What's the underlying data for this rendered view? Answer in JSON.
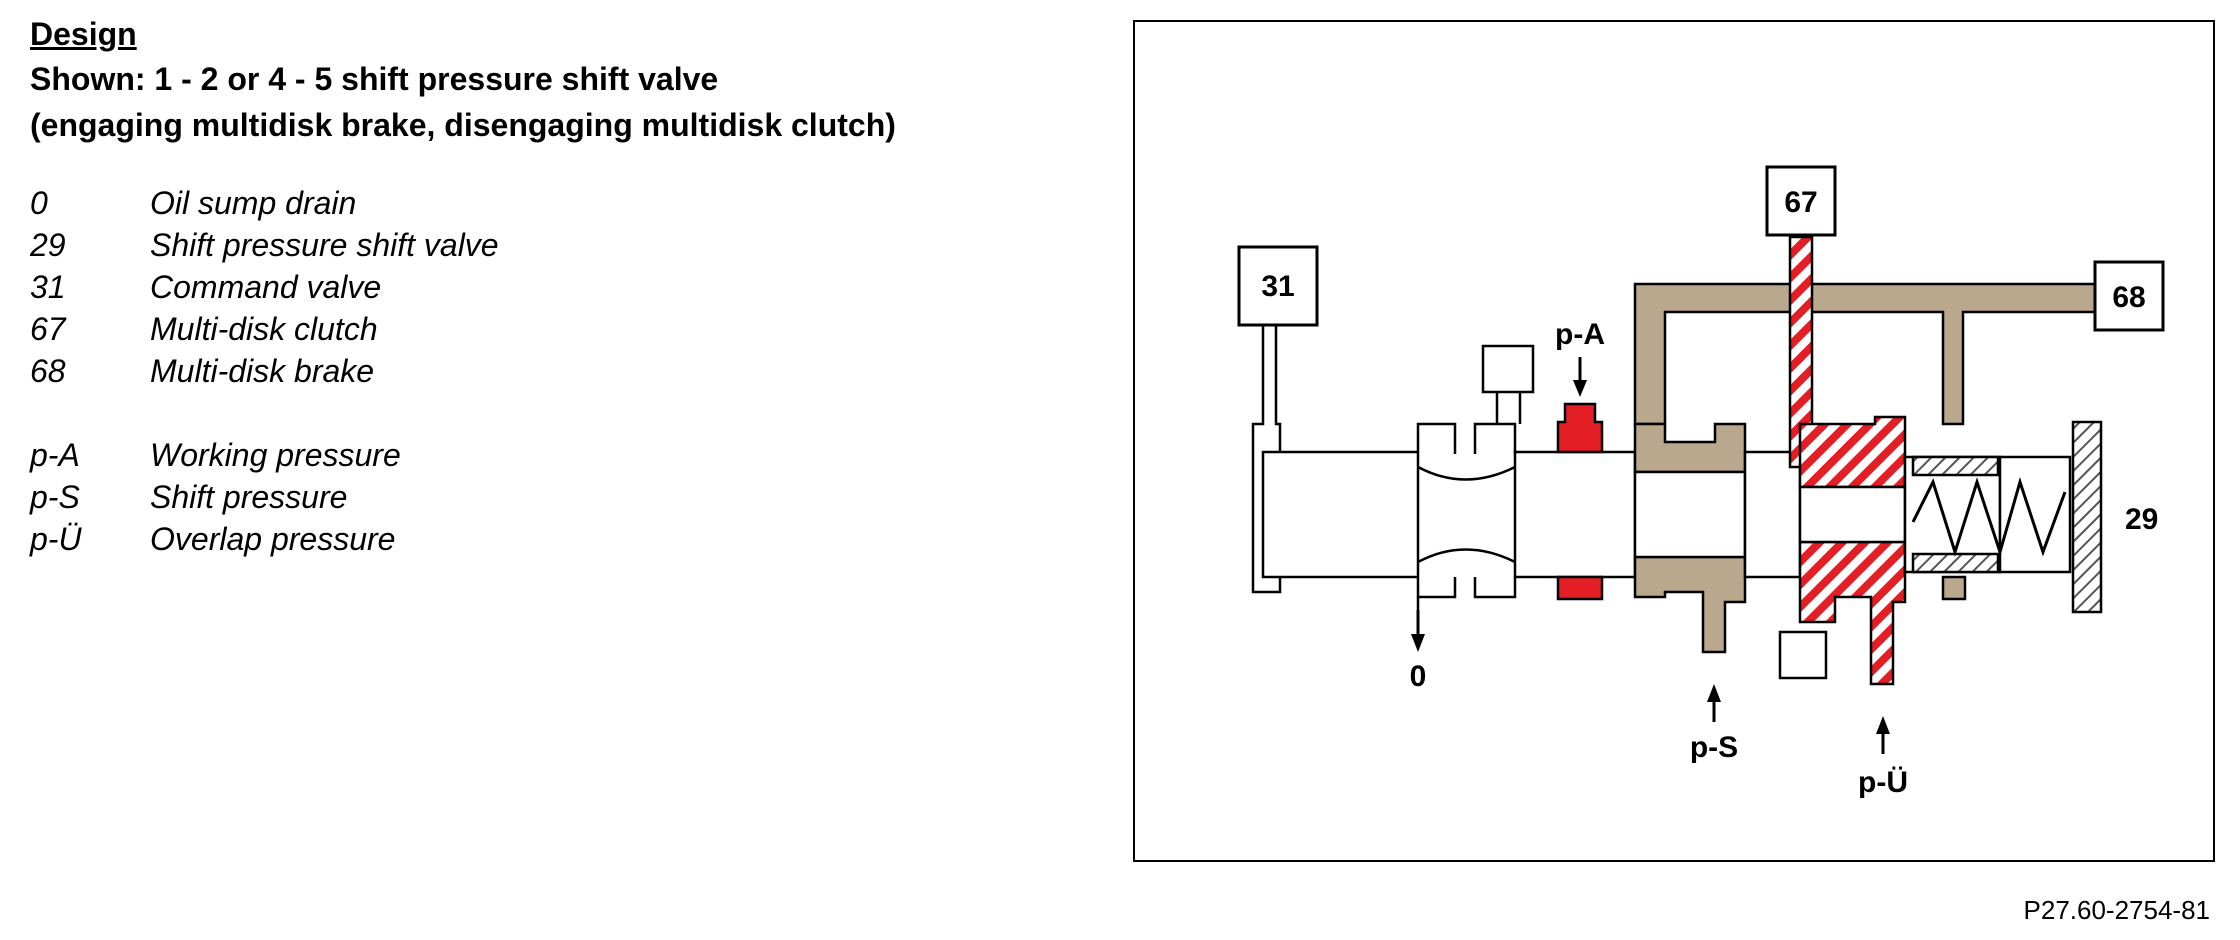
{
  "heading": "Design",
  "subtitle_line1": "Shown: 1 - 2 or 4 - 5 shift pressure shift valve",
  "subtitle_line2": "(engaging multidisk brake, disengaging multidisk clutch)",
  "legend_components": [
    {
      "code": "0",
      "desc": "Oil sump drain"
    },
    {
      "code": "29",
      "desc": "Shift pressure shift valve"
    },
    {
      "code": "31",
      "desc": "Command valve"
    },
    {
      "code": "67",
      "desc": "Multi-disk clutch"
    },
    {
      "code": "68",
      "desc": "Multi-disk brake"
    }
  ],
  "legend_pressures": [
    {
      "code": "p-A",
      "desc": "Working pressure"
    },
    {
      "code": "p-S",
      "desc": "Shift pressure"
    },
    {
      "code": "p-Ü",
      "desc": "Overlap pressure"
    }
  ],
  "diagram": {
    "label_command_valve": "31",
    "label_clutch": "67",
    "label_brake": "68",
    "label_shift_valve": "29",
    "label_drain": "0",
    "label_working_pressure": "p-A",
    "label_shift_pressure": "p-S",
    "label_overlap_pressure": "p-Ü",
    "colors": {
      "working_pressure": "#e31e24",
      "shift_pressure": "#b9a88e",
      "outline": "#000000"
    }
  },
  "figure_ref": "P27.60-2754-81"
}
